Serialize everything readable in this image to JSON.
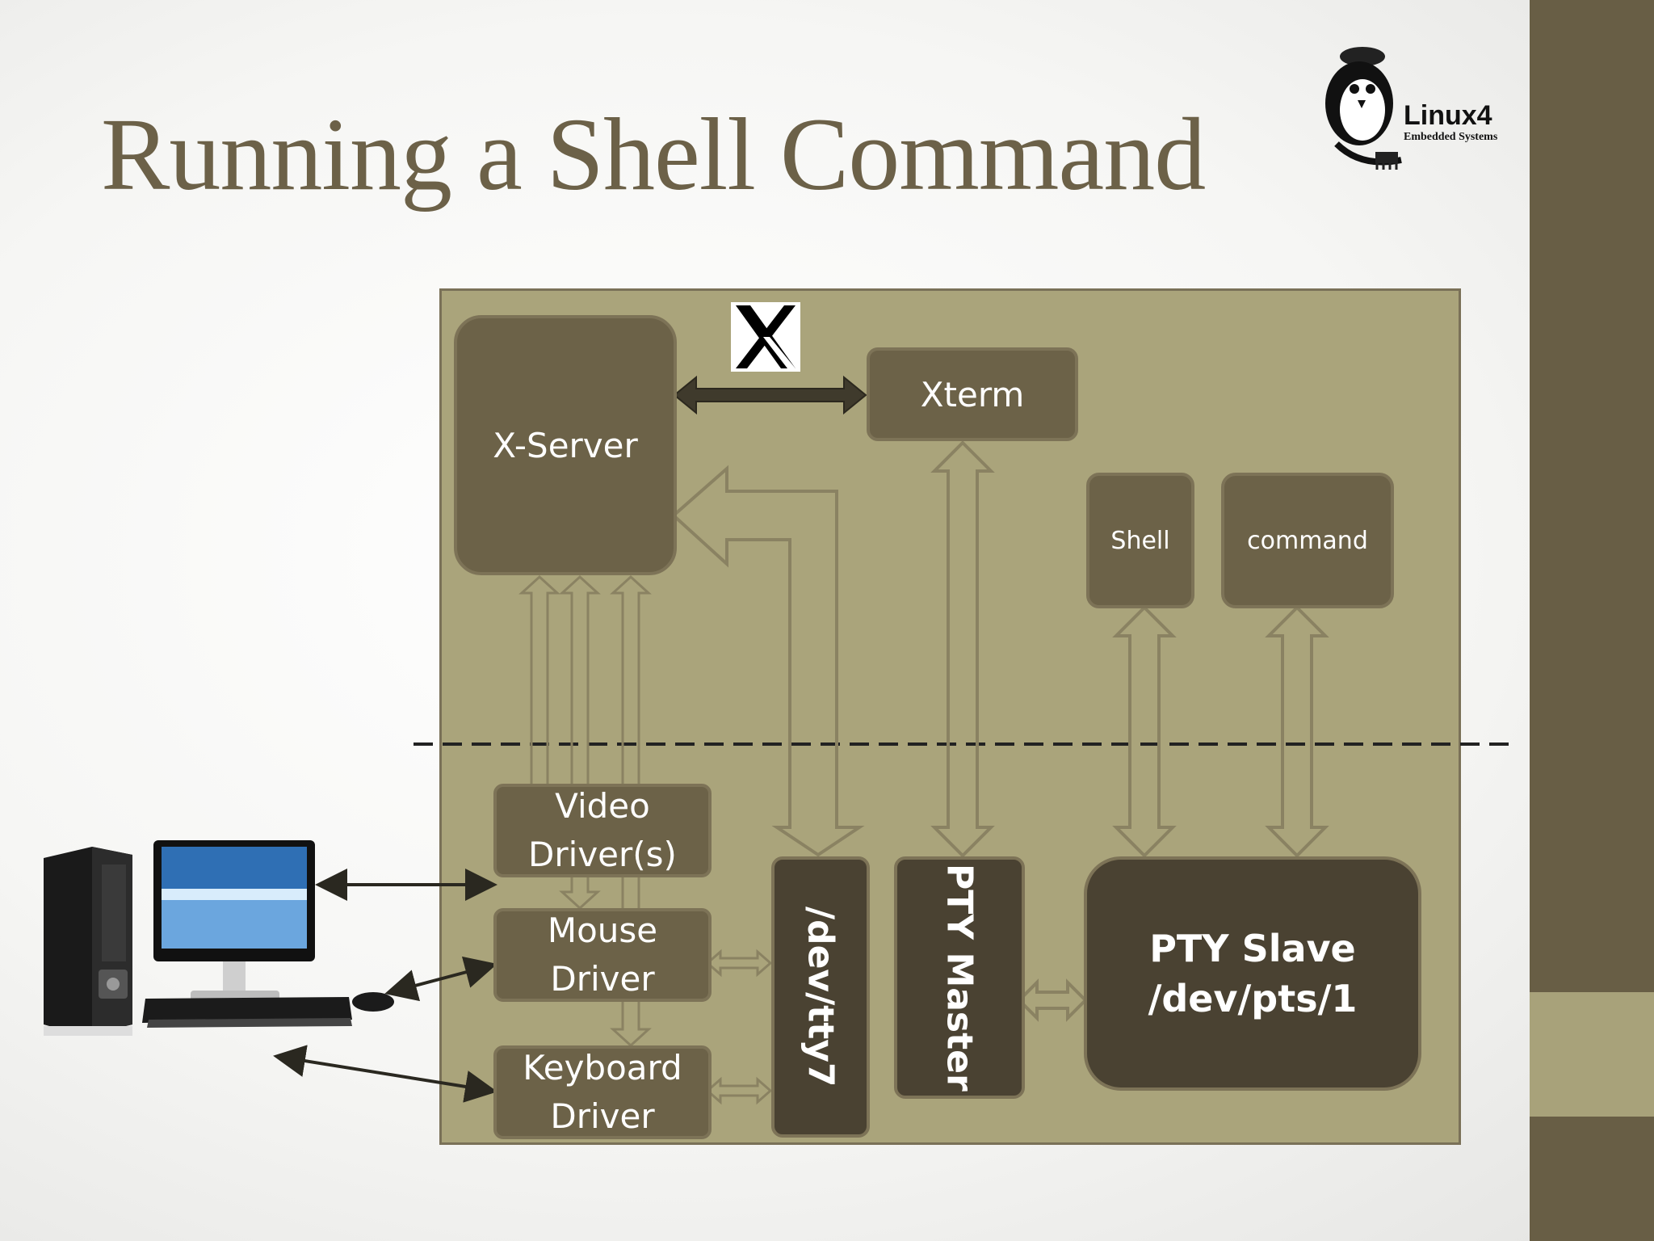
{
  "slide": {
    "title": "Running a Shell Command",
    "logo": {
      "brand": "Linux4",
      "tagline": "Embedded Systems"
    }
  },
  "diagram": {
    "nodes": {
      "x_server": "X-Server",
      "xterm": "Xterm",
      "shell": "Shell",
      "command": "command",
      "video_driver": "Video Driver(s)",
      "mouse_driver": "Mouse Driver",
      "keyboard_driver": "Keyboard Driver",
      "dev_tty7": "/dev/tty7",
      "pty_master": "PTY Master",
      "pty_slave_line1": "PTY Slave",
      "pty_slave_line2": "/dev/pts/1"
    },
    "icons": [
      "x-window-logo-icon",
      "desktop-computer-icon",
      "penguin-logo-icon"
    ],
    "colors": {
      "panel": "#aaa47b",
      "box": "#6c6248",
      "dark_box": "#4a4232",
      "sidebar": "#685e45",
      "title": "#6c6148"
    }
  }
}
